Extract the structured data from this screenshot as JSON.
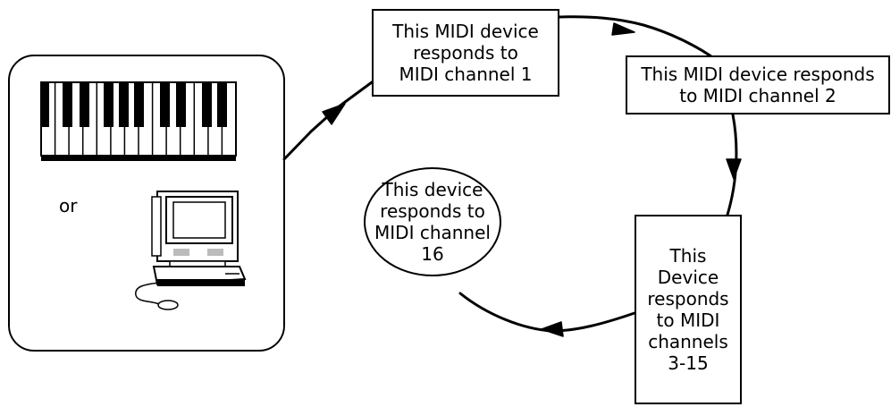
{
  "source": {
    "or_label": "or"
  },
  "nodes": {
    "ch1": "This MIDI device\nresponds to\nMIDI channel 1",
    "ch2": "This MIDI device responds\nto MIDI channel 2",
    "ch3_15": "This\nDevice\nresponds\nto MIDI\nchannels\n3-15",
    "ch16": "This device\nresponds to\nMIDI channel 16"
  }
}
